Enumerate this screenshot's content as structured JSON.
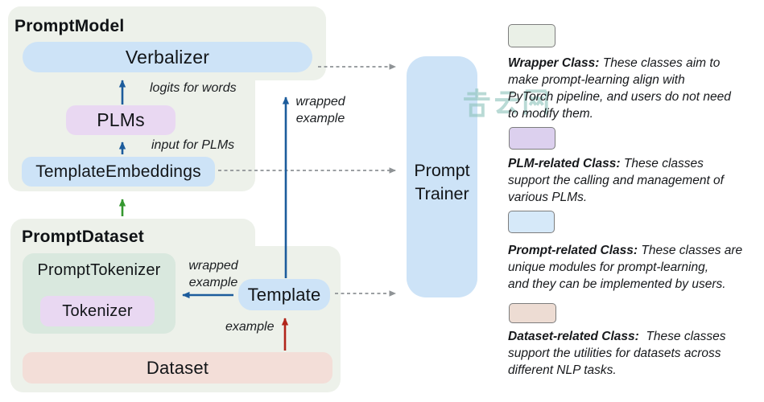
{
  "colors": {
    "panel_green": "#edf1ea",
    "mint": "#d9e8de",
    "box_blue": "#cde3f7",
    "box_purple": "#e9d8f2",
    "box_pink": "#f3ded8",
    "arrow_blue": "#1c5c9c",
    "arrow_green": "#35982f",
    "arrow_red": "#b1251a",
    "dashed_gray": "#8f9396",
    "swatch_border": "#7d7d7d",
    "legend_green": "#eaf0e7",
    "legend_purple": "#dcd0ee",
    "legend_blue": "#d6e9f9",
    "legend_pink": "#eddcd3",
    "watermark_teal": "#8fc4bc"
  },
  "watermark": {
    "text": "吉云网"
  },
  "prompt_model": {
    "title": "PromptModel",
    "verbalizer": "Verbalizer",
    "plms": "PLMs",
    "template_embeddings": "TemplateEmbeddings",
    "logits_label": "logits for words",
    "input_label": "input for PLMs"
  },
  "prompt_dataset": {
    "title": "PromptDataset",
    "prompt_tokenizer": "PromptTokenizer",
    "tokenizer": "Tokenizer",
    "template": "Template",
    "dataset": "Dataset"
  },
  "edge_labels": {
    "wrapped_example_vertical": "wrapped\nexample",
    "wrapped_example_horizontal": "wrapped\nexample",
    "example": "example"
  },
  "trainer": {
    "label": "Prompt\nTrainer"
  },
  "legend": {
    "items": [
      {
        "label": "Wrapper Class:",
        "text_line1": " These classes aim to",
        "lines": [
          "make prompt-learning align with",
          "PyTorch pipeline, and users do not need",
          "to modify them."
        ]
      },
      {
        "label": "PLM-related Class:",
        "text_line1": " These classes",
        "lines": [
          "support the calling and management of",
          "various PLMs."
        ]
      },
      {
        "label": "Prompt-related Class:",
        "text_line1": " These classes are",
        "lines": [
          "unique modules for prompt-learning,",
          "and they can be implemented by users."
        ]
      },
      {
        "label": "Dataset-related Class:",
        "text_line1": "  These classes",
        "lines": [
          "support the utilities for datasets across",
          "different NLP tasks."
        ]
      }
    ]
  }
}
